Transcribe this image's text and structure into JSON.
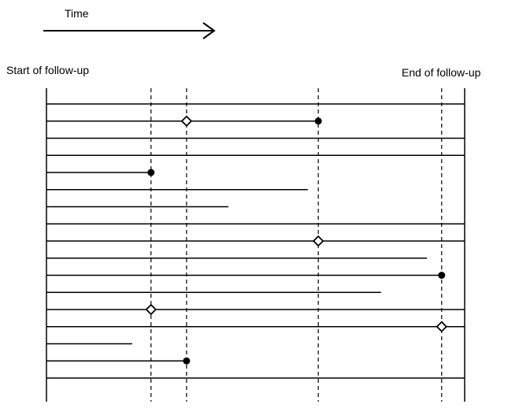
{
  "labels": {
    "time": "Time",
    "start": "Start of follow-up",
    "end": "End of follow-up"
  },
  "colors": {
    "line": "#000000",
    "background": "#ffffff"
  },
  "legend_symbols": {
    "filled_circle": "filled-circle-marker",
    "open_diamond": "open-diamond-marker"
  },
  "diagram": {
    "follow_up": {
      "start": 0,
      "end": 100
    },
    "reference_times": [
      25,
      33.5,
      65,
      94.5
    ],
    "subjects": [
      {
        "end": 100,
        "markers": []
      },
      {
        "end": 65,
        "markers": [
          {
            "t": 33.5,
            "type": "diamond"
          },
          {
            "t": 65,
            "type": "dot"
          }
        ]
      },
      {
        "end": 100,
        "markers": []
      },
      {
        "end": 100,
        "markers": []
      },
      {
        "end": 25,
        "markers": [
          {
            "t": 25,
            "type": "dot"
          }
        ]
      },
      {
        "end": 62.5,
        "markers": []
      },
      {
        "end": 43.5,
        "markers": []
      },
      {
        "end": 100,
        "markers": []
      },
      {
        "end": 100,
        "markers": [
          {
            "t": 65,
            "type": "diamond"
          }
        ]
      },
      {
        "end": 91,
        "markers": []
      },
      {
        "end": 94.5,
        "markers": [
          {
            "t": 94.5,
            "type": "dot"
          }
        ]
      },
      {
        "end": 80,
        "markers": []
      },
      {
        "end": 100,
        "markers": [
          {
            "t": 25,
            "type": "diamond"
          }
        ]
      },
      {
        "end": 100,
        "markers": [
          {
            "t": 94.5,
            "type": "diamond"
          }
        ]
      },
      {
        "end": 20.5,
        "markers": []
      },
      {
        "end": 33.5,
        "markers": [
          {
            "t": 33.5,
            "type": "dot"
          }
        ]
      },
      {
        "end": 100,
        "markers": []
      }
    ]
  }
}
